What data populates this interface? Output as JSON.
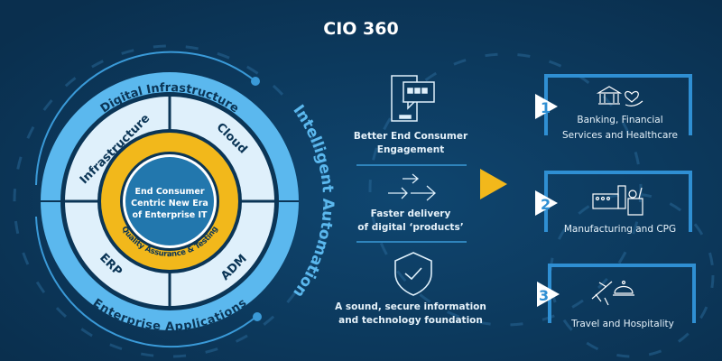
{
  "title": "CIO 360",
  "wheel": {
    "outer_top": "Digital Infrastructure",
    "outer_bottom": "Enterprise Applications",
    "arc_label": "Intelligent Automation",
    "quadrants": [
      "Infrastructure",
      "Cloud",
      "ERP",
      "ADM"
    ],
    "ring_label": "Quality Assurance & Testing",
    "center": [
      "End Consumer",
      "Centric New Era",
      "of Enterprise IT"
    ]
  },
  "benefits": [
    {
      "icon": "chat-phone-icon",
      "lines": [
        "Better End Consumer",
        "Engagement"
      ]
    },
    {
      "icon": "fast-arrows-icon",
      "lines": [
        "Faster delivery",
        "of digital ‘products’"
      ]
    },
    {
      "icon": "shield-check-icon",
      "lines": [
        "A sound, secure information",
        "and technology foundation"
      ]
    }
  ],
  "industries": [
    {
      "number": "1",
      "icon": "bank-health-icon",
      "lines": [
        "Banking, Financial",
        "Services and Healthcare"
      ]
    },
    {
      "number": "2",
      "icon": "factory-grocery-icon",
      "lines": [
        "Manufacturing and CPG"
      ]
    },
    {
      "number": "3",
      "icon": "plane-cloche-icon",
      "lines": [
        "Travel and Hospitality"
      ]
    }
  ],
  "colors": {
    "bg": "#0c3a5e",
    "light": "#5bb8ee",
    "pale": "#dff0fb",
    "dark": "#0b3556",
    "yellow": "#f2b81b",
    "accent": "#2f8fd3"
  }
}
